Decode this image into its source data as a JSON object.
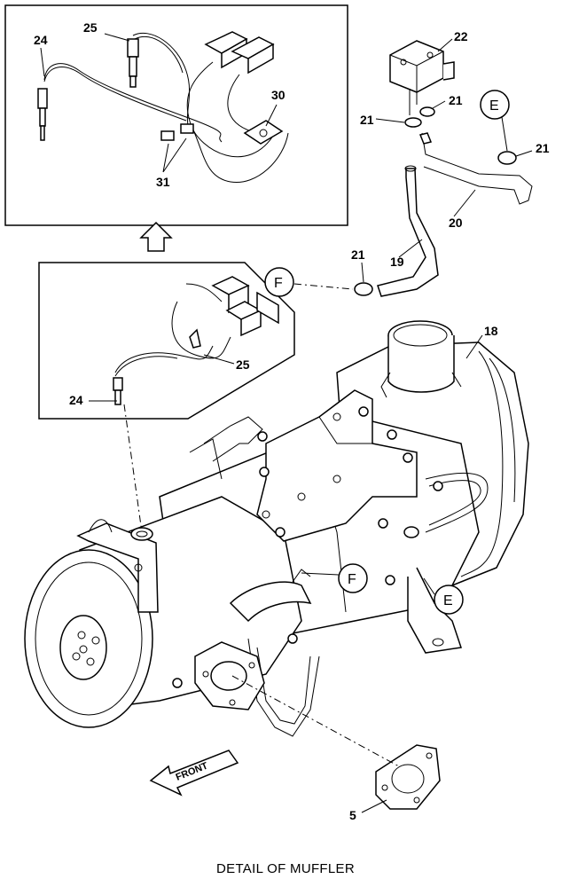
{
  "caption": "DETAIL OF MUFFLER",
  "front_label": "FRONT",
  "reference_letters": {
    "e_detail": "E",
    "e_main": "E",
    "f_detail": "F",
    "f_main": "F"
  },
  "callouts": {
    "c24_detail": "24",
    "c25_detail": "25",
    "c30": "30",
    "c31": "31",
    "c22": "22",
    "c21_a": "21",
    "c21_b": "21",
    "c21_c": "21",
    "c21_d": "21",
    "c20": "20",
    "c19": "19",
    "c18": "18",
    "c25_main": "25",
    "c24_main": "24",
    "c5": "5"
  }
}
